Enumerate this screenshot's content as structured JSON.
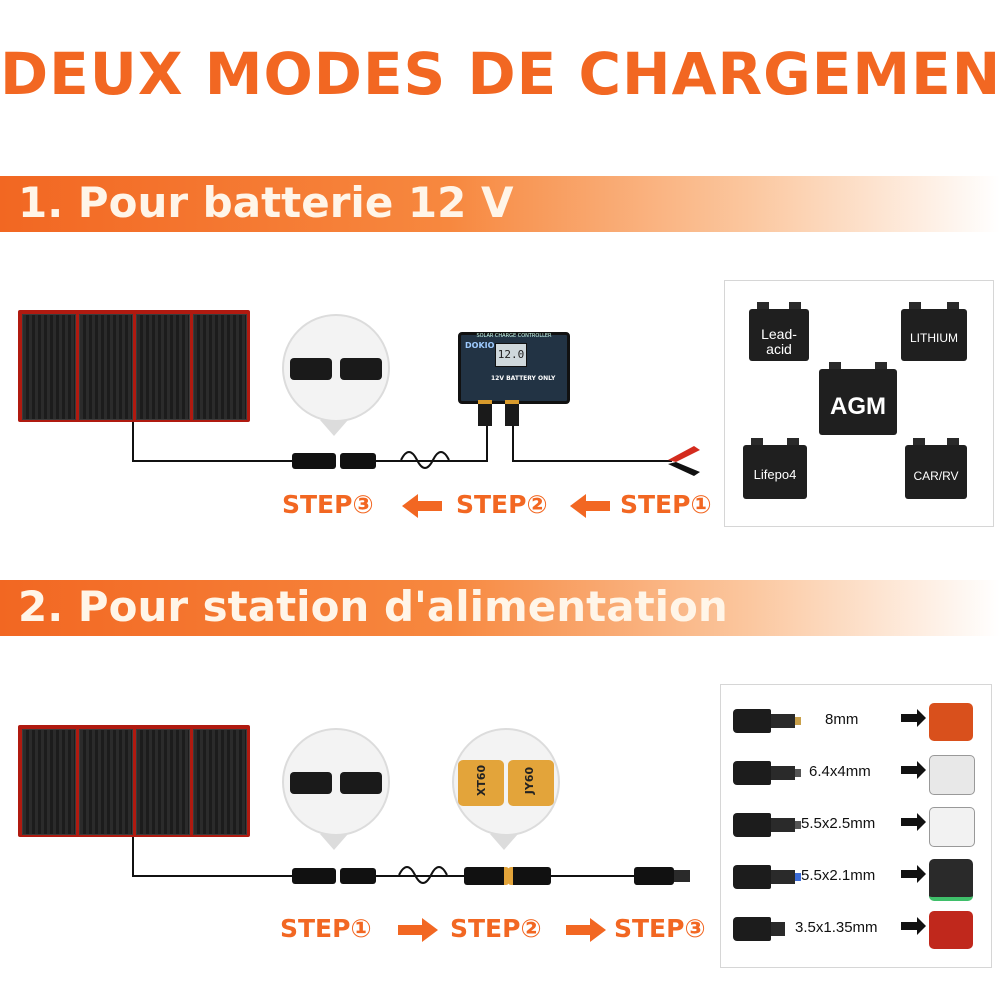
{
  "title": "DEUX MODES DE CHARGEMENT",
  "section1": {
    "heading": "1. Pour batterie 12 V",
    "steps": [
      "STEP③",
      "STEP②",
      "STEP①"
    ],
    "controller": {
      "brand": "DOKIO",
      "screen": "12.0",
      "label": "12V BATTERY ONLY",
      "top_text": "SOLAR CHARGE CONTROLLER"
    },
    "batteries": [
      {
        "label": "Lead-acid"
      },
      {
        "label": "LITHIUM"
      },
      {
        "label": "AGM"
      },
      {
        "label": "Lifepo4"
      },
      {
        "label": "CAR/RV"
      }
    ]
  },
  "section2": {
    "heading": "2. Pour station d'alimentation",
    "steps": [
      "STEP①",
      "STEP②",
      "STEP③"
    ],
    "xt60_labels": [
      "XT60",
      "JY60"
    ],
    "connectors": [
      {
        "size": "8mm",
        "station_color": "#d9501c"
      },
      {
        "size": "6.4x4mm",
        "station_color": "#e8e8e8"
      },
      {
        "size": "5.5x2.5mm",
        "station_color": "#f2f2f2"
      },
      {
        "size": "5.5x2.1mm",
        "station_color": "#2a2a2a"
      },
      {
        "size": "3.5x1.35mm",
        "station_color": "#c0281c"
      }
    ]
  },
  "colors": {
    "accent": "#f26722",
    "panel_frame": "#b01a10"
  }
}
